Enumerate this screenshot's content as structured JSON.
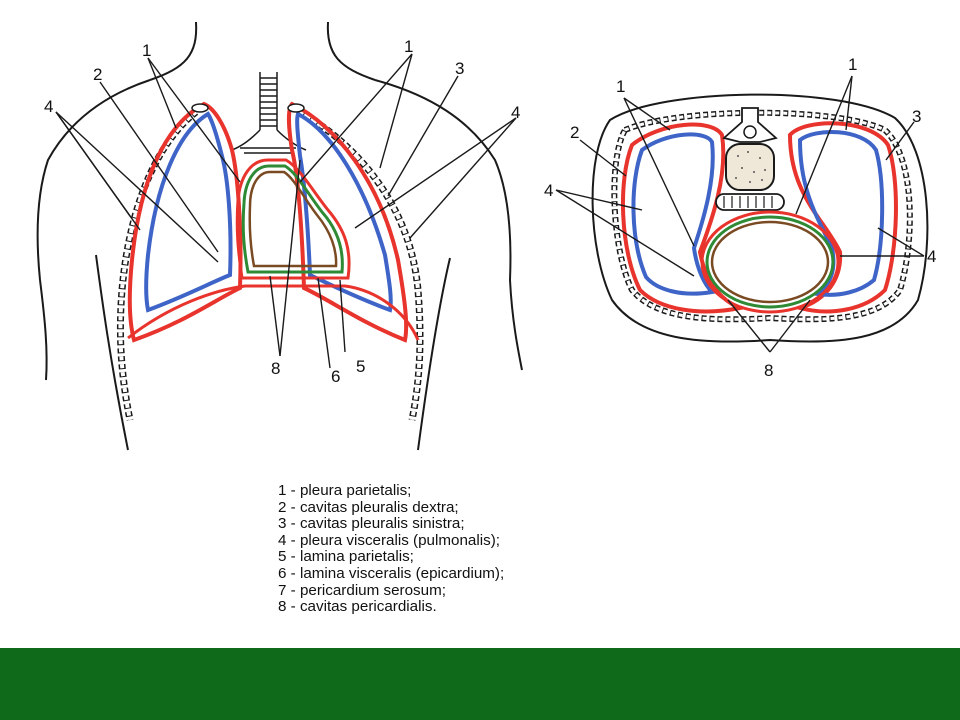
{
  "colors": {
    "parietal_pleura": "#e8342c",
    "visceral_pleura": "#3f64c8",
    "pericardium_outer": "#e8342c",
    "pericardium_green": "#2e8a34",
    "pericardium_inner": "#7a4a22",
    "outline": "#1a1a1a",
    "footer_bar": "#0f6b1a",
    "background": "#ffffff"
  },
  "frontal_view": {
    "labels": [
      "1",
      "1",
      "2",
      "3",
      "4",
      "4",
      "5",
      "6",
      "8"
    ]
  },
  "transverse_view": {
    "labels": [
      "1",
      "1",
      "2",
      "3",
      "4",
      "4",
      "8"
    ]
  },
  "legend": [
    "1 - pleura parietalis;",
    "2 - cavitas pleuralis dextra;",
    "3 - cavitas pleuralis sinistra;",
    "4 - pleura visceralis (pulmonalis);",
    "5 - lamina parietalis;",
    "6 - lamina visceralis (epicardium);",
    "7 - pericardium serosum;",
    "8 - cavitas pericardialis."
  ]
}
